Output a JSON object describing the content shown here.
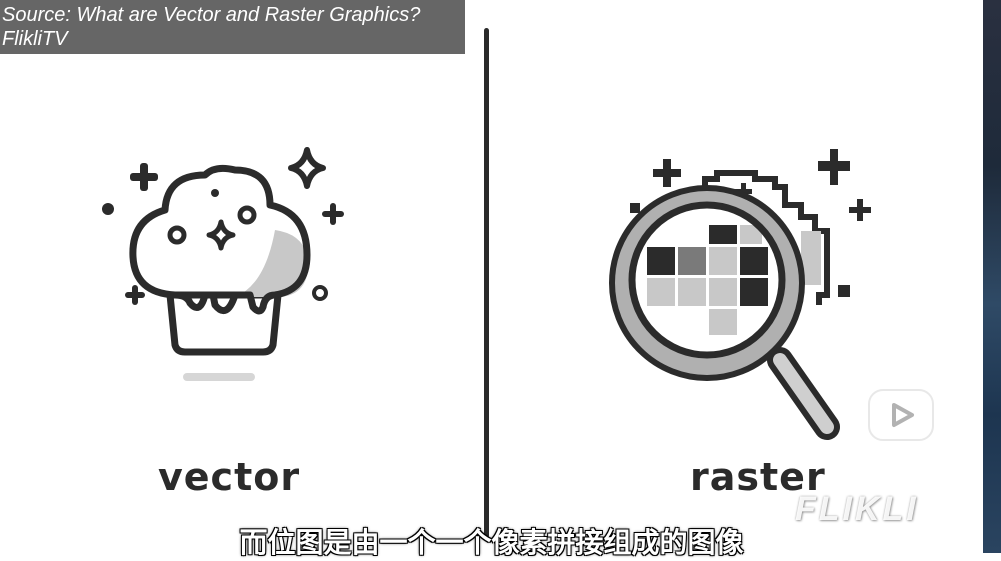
{
  "source": {
    "line1": "Source: What are Vector and Raster Graphics?",
    "line2": "FlikliTV"
  },
  "labels": {
    "vector": "vector",
    "raster": "raster"
  },
  "subtitle": "而位图是由一个一个像素拼接组成的图像",
  "watermark": {
    "text": "FLIKLI",
    "icon": "play-button-icon"
  },
  "colors": {
    "outline": "#2b2b2b",
    "shade": "#c8c8c8",
    "source_bg": "#666666"
  }
}
